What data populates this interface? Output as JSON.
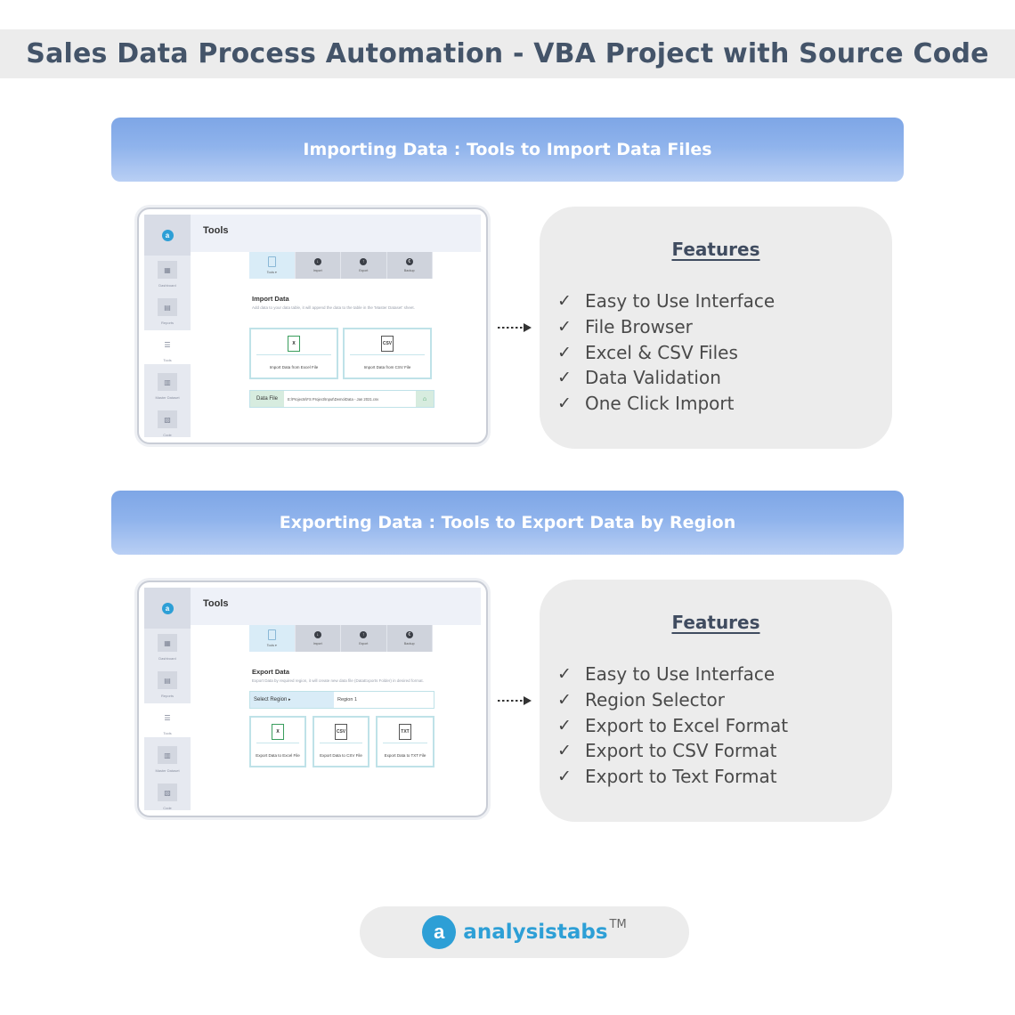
{
  "header": {
    "title": "Sales Data Process Automation -  VBA Project with Source Code"
  },
  "sections": [
    {
      "banner": "Importing Data : Tools to Import Data Files",
      "screenshot": {
        "title": "Tools",
        "logo_letter": "a",
        "nav": [
          "Dashboard",
          "Reports",
          "Tools",
          "Master Dataset",
          "Code"
        ],
        "tabs": [
          "Tools ▾",
          "Import",
          "Export",
          "Backup"
        ],
        "panel_title": "Import Data",
        "panel_desc": "Add data to your data table, it will append the data to the table in the 'Master Dataset' sheet.",
        "cards": [
          {
            "icon": "X",
            "caption": "Import Data from Excel File"
          },
          {
            "icon": "CSV",
            "caption": "Import Data from CSV File"
          }
        ],
        "data_file_label": "Data File",
        "data_file_value": "E:\\Projects\\FS Project\\Input\\Demo\\Data - Jan 2021.csv"
      },
      "features": {
        "heading": "Features",
        "check": "✓",
        "items": [
          "Easy to Use Interface",
          "File Browser",
          "Excel & CSV Files",
          "Data Validation",
          "One Click Import"
        ]
      }
    },
    {
      "banner": "Exporting Data : Tools to Export Data by Region",
      "screenshot": {
        "title": "Tools",
        "logo_letter": "a",
        "nav": [
          "Dashboard",
          "Reports",
          "Tools",
          "Master Dataset",
          "Code"
        ],
        "tabs": [
          "Tools ▾",
          "Import",
          "Export",
          "Backup"
        ],
        "panel_title": "Export Data",
        "panel_desc": "Export Data by required region, it will create new data file (DataExports Folder) in desired format.",
        "region_label": "Select Region",
        "region_value": "Region 1",
        "cards": [
          {
            "icon": "X",
            "caption": "Export Data to Excel File"
          },
          {
            "icon": "CSV",
            "caption": "Export Data to CSV File"
          },
          {
            "icon": "TXT",
            "caption": "Export Data to TXT File"
          }
        ]
      },
      "features": {
        "heading": "Features",
        "check": "✓",
        "items": [
          "Easy to Use Interface",
          "Region Selector",
          "Export to Excel Format",
          "Export to CSV Format",
          "Export to Text Format"
        ]
      }
    }
  ],
  "footer": {
    "brand": "analysistabs",
    "trademark": "TM",
    "logo_letter": "a"
  },
  "colors": {
    "accent": "#2d9fd6",
    "title": "#445469",
    "banner": "#8fb3ec"
  }
}
